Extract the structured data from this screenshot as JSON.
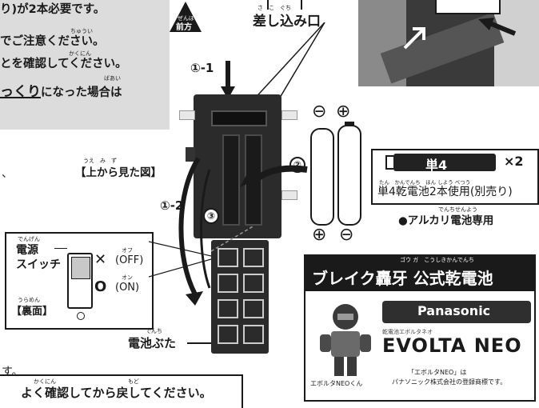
{
  "gray_box": {
    "line1": "り)が2本必要です。",
    "line1_ruby": "",
    "line2": "でご注意ください。",
    "line2_ruby": "ちゅうい",
    "line3": "とを確認してください。",
    "line3_ruby": "かくにん",
    "line4a": "っくり",
    "line4b": "になった場合は",
    "line4_ruby": "ばあい"
  },
  "front": {
    "ruby": "ぜんぽう",
    "label": "前方"
  },
  "slot": {
    "ruby": "さ　こ　ぐち",
    "label": "差し込み口"
  },
  "steps": {
    "s1_1": "①-1",
    "s1_2": "①-2",
    "s2": "②",
    "s3": "③"
  },
  "top_view": {
    "ruby": "うえ　み　ず",
    "label": "【上から見た図】"
  },
  "left_fragments": {
    "f1": "、",
    "f2": "。"
  },
  "battery_symbols": {
    "minus": "⊖",
    "plus": "⊕"
  },
  "battery_spec": {
    "name": "単4",
    "qty": "×2",
    "usage_ruby": "たん　かんでんち　ほん しよう べつう",
    "usage": "単4乾電池2本使用(別売り)",
    "alkaline_ruby": "でんちせんよう",
    "alkaline": "●アルカリ電池専用"
  },
  "switch": {
    "ruby": "でんげん",
    "label_line1": "電源",
    "label_line2": "スイッチ",
    "off_ruby": "オフ",
    "off_label": "(OFF)",
    "on_ruby": "オン",
    "on_label": "(ON)",
    "back_ruby": "うらめん",
    "back_label": "【裏面】",
    "off_mark": "✕",
    "on_mark": "O"
  },
  "cover": {
    "ruby": "でんち",
    "label": "電池ぶた"
  },
  "bottom": {
    "suffix": "す。",
    "ruby_check": "かくにん",
    "ruby_return": "もど",
    "notice": "よく確認してから戻してください。"
  },
  "ad": {
    "title_ruby": "ゴウ ガ　こうしきかんでんち",
    "title": "ブレイク轟牙 公式乾電池",
    "brand": "Panasonic",
    "small_jp": "乾電池エボルタネオ",
    "product": "EVOLTA NEO",
    "character": "エボルタNEOくん",
    "trademark_line1": "「エボルタNEO」は",
    "trademark_line2": "パナソニック株式会社の登録商標です。"
  },
  "colors": {
    "panel": "#dcdcdc",
    "dark": "#1a1a1a",
    "battery_box": "#222222"
  }
}
